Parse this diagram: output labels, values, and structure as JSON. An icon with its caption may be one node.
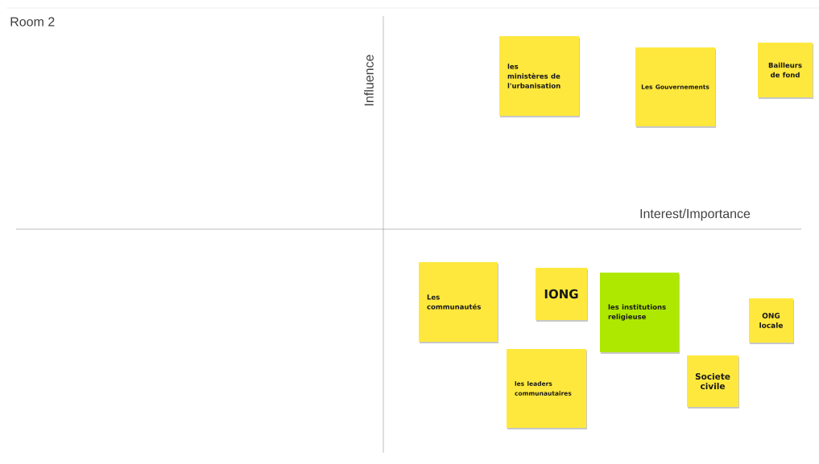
{
  "diagram": {
    "title": "Room 2",
    "nodes": [
      {
        "text": [
          "les ministères de l'urbanisation"
        ]
      },
      {
        "text": [
          "Les Gouvernements"
        ]
      },
      {
        "text": [
          "Bailleurs de fond"
        ]
      },
      {
        "text": [
          "Les communautés"
        ]
      },
      {
        "text": [
          "IONG"
        ]
      },
      {
        "text": [
          "les institutions religieuse"
        ]
      },
      {
        "text": [
          "ONG locale"
        ]
      },
      {
        "text": [
          "les leaders communautaires"
        ]
      },
      {
        "text": [
          "Societe civile"
        ]
      }
    ],
    "labels": [
      "Influence",
      "Interest/Importance"
    ]
  }
}
